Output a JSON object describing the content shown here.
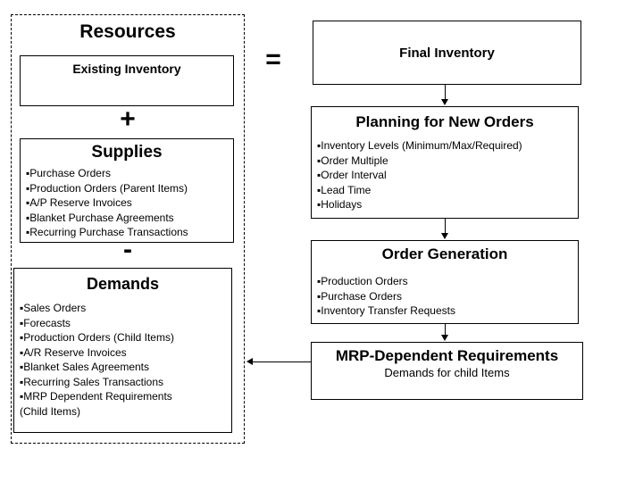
{
  "bullet_char": "▪",
  "colors": {
    "line": "#000000",
    "background": "#ffffff",
    "text": "#000000"
  },
  "operators": {
    "plus": "+",
    "minus": "-",
    "equals": "="
  },
  "resources_panel": {
    "title": "Resources",
    "existing_inventory": {
      "title": "Existing Inventory"
    },
    "supplies": {
      "title": "Supplies",
      "items": [
        "Purchase Orders",
        "Production Orders (Parent Items)",
        "A/P Reserve Invoices",
        "Blanket Purchase Agreements",
        "Recurring Purchase Transactions"
      ]
    },
    "demands": {
      "title": "Demands",
      "items": [
        "Sales Orders",
        "Forecasts",
        "Production Orders (Child Items)",
        "A/R Reserve Invoices",
        "Blanket Sales Agreements",
        "Recurring Sales Transactions",
        "MRP Dependent Requirements"
      ],
      "continuation": "(Child Items)"
    }
  },
  "flow": {
    "final_inventory": {
      "title": "Final Inventory"
    },
    "planning": {
      "title": "Planning for New Orders",
      "items": [
        "Inventory Levels (Minimum/Max/Required)",
        "Order Multiple",
        "Order Interval",
        "Lead Time",
        "Holidays"
      ]
    },
    "order_generation": {
      "title": "Order Generation",
      "items": [
        "Production Orders",
        "Purchase Orders",
        "Inventory Transfer Requests"
      ]
    },
    "mrp_dependent": {
      "title": "MRP-Dependent Requirements",
      "subtitle": "Demands for child Items"
    }
  }
}
